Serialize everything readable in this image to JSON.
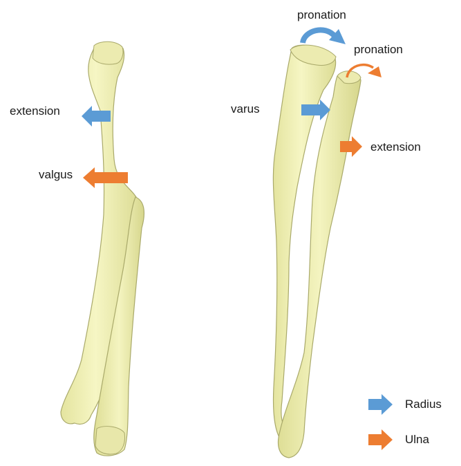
{
  "colors": {
    "bone_fill": "#f2f2b6",
    "bone_shade": "#d8d88f",
    "bone_stroke": "#a9a96a",
    "radius_arrow": "#5b9bd5",
    "ulna_arrow": "#ed7d31",
    "text": "#1a1a1a"
  },
  "left_view": {
    "labels": {
      "extension": "extension",
      "valgus": "valgus"
    },
    "arrows": [
      {
        "label": "extension",
        "bone": "radius",
        "icon": "left-arrow-icon"
      },
      {
        "label": "valgus",
        "bone": "ulna",
        "icon": "left-arrow-icon"
      }
    ]
  },
  "right_view": {
    "labels": {
      "pronation_radius": "pronation",
      "pronation_ulna": "pronation",
      "varus": "varus",
      "extension": "extension"
    },
    "arrows": [
      {
        "label": "pronation",
        "bone": "radius",
        "icon": "curved-arrow-icon"
      },
      {
        "label": "pronation",
        "bone": "ulna",
        "icon": "curved-arrow-icon"
      },
      {
        "label": "varus",
        "bone": "radius",
        "icon": "right-arrow-icon"
      },
      {
        "label": "extension",
        "bone": "ulna",
        "icon": "right-arrow-icon"
      }
    ]
  },
  "legend": {
    "items": [
      {
        "label": "Radius",
        "color": "#5b9bd5",
        "icon": "right-arrow-icon"
      },
      {
        "label": "Ulna",
        "color": "#ed7d31",
        "icon": "right-arrow-icon"
      }
    ]
  }
}
